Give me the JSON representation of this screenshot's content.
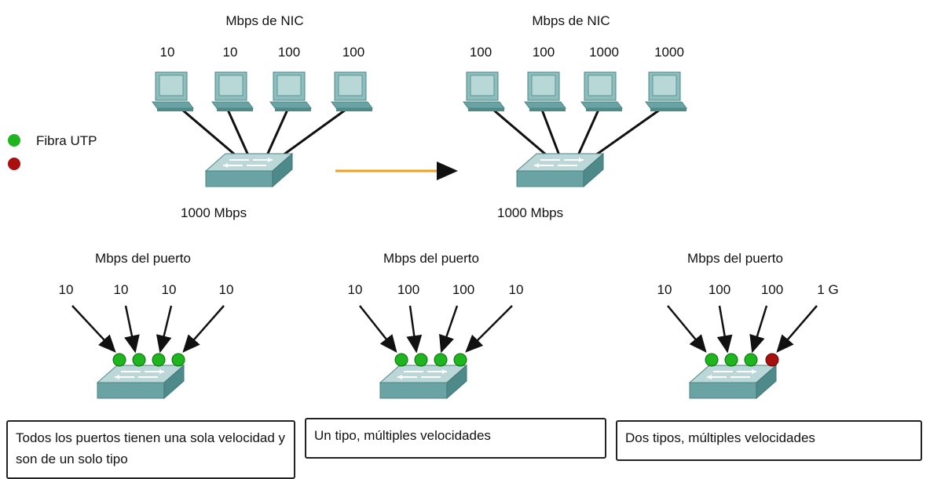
{
  "top_diagrams": [
    {
      "title": "Mbps de NIC",
      "nic_speeds": [
        "10",
        "10",
        "100",
        "100"
      ],
      "switch_label": "1000 Mbps"
    },
    {
      "title": "Mbps de NIC",
      "nic_speeds": [
        "100",
        "100",
        "1000",
        "1000"
      ],
      "switch_label": "1000 Mbps"
    }
  ],
  "legend": {
    "items": [
      {
        "label": "Fibra UTP",
        "color": "#1fb51f"
      },
      {
        "label": "",
        "color": "#a81010"
      }
    ]
  },
  "port_panels": [
    {
      "title": "Mbps del puerto",
      "port_speeds": [
        "10",
        "10",
        "10",
        "10"
      ],
      "port_colors": [
        "#1fb51f",
        "#1fb51f",
        "#1fb51f",
        "#1fb51f"
      ],
      "caption": "Todos los puertos tienen una sola velocidad y son de un solo tipo"
    },
    {
      "title": "Mbps del puerto",
      "port_speeds": [
        "10",
        "100",
        "100",
        "10"
      ],
      "port_colors": [
        "#1fb51f",
        "#1fb51f",
        "#1fb51f",
        "#1fb51f"
      ],
      "caption": "Un tipo, múltiples velocidades"
    },
    {
      "title": "Mbps del puerto",
      "port_speeds": [
        "10",
        "100",
        "100",
        "1 G"
      ],
      "port_colors": [
        "#1fb51f",
        "#1fb51f",
        "#1fb51f",
        "#a81010"
      ],
      "caption": "Dos tipos, múltiples velocidades"
    }
  ],
  "colors": {
    "switch": "#6aa3a3",
    "arrow": "#f0a020",
    "pc": "#7fb2b2"
  }
}
